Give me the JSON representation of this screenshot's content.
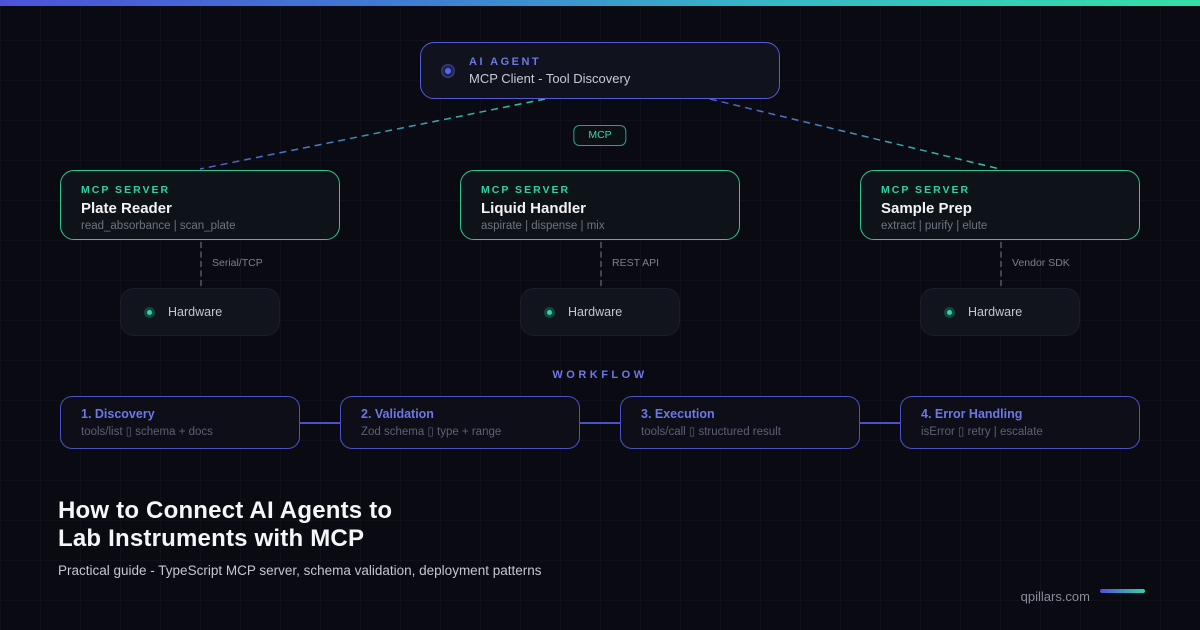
{
  "page": {
    "background": "#0a0b12",
    "accent_indigo": "#6d78e8",
    "accent_teal": "#2dd4a0",
    "topbar_gradient": [
      "#4c53d8",
      "#36b9c6",
      "#35dfa6"
    ]
  },
  "agent": {
    "kicker": "AI AGENT",
    "subtitle": "MCP Client - Tool Discovery"
  },
  "protocol_badge": "MCP",
  "servers": [
    {
      "kicker": "MCP SERVER",
      "name": "Plate Reader",
      "tools": "read_absorbance | scan_plate",
      "transport": "Serial/TCP",
      "hardware_label": "Hardware"
    },
    {
      "kicker": "MCP SERVER",
      "name": "Liquid Handler",
      "tools": "aspirate | dispense | mix",
      "transport": "REST API",
      "hardware_label": "Hardware"
    },
    {
      "kicker": "MCP SERVER",
      "name": "Sample Prep",
      "tools": "extract | purify | elute",
      "transport": "Vendor SDK",
      "hardware_label": "Hardware"
    }
  ],
  "workflow": {
    "heading": "WORKFLOW",
    "steps": [
      {
        "title": "1. Discovery",
        "detail": "tools/list ▯ schema + docs"
      },
      {
        "title": "2. Validation",
        "detail": "Zod schema ▯ type + range"
      },
      {
        "title": "3. Execution",
        "detail": "tools/call ▯ structured result"
      },
      {
        "title": "4. Error Handling",
        "detail": "isError ▯ retry | escalate"
      }
    ]
  },
  "footer": {
    "title_line1": "How to Connect AI Agents to",
    "title_line2": "Lab Instruments with MCP",
    "subtitle": "Practical guide - TypeScript MCP server, schema validation, deployment patterns",
    "site": "qpillars.com"
  }
}
